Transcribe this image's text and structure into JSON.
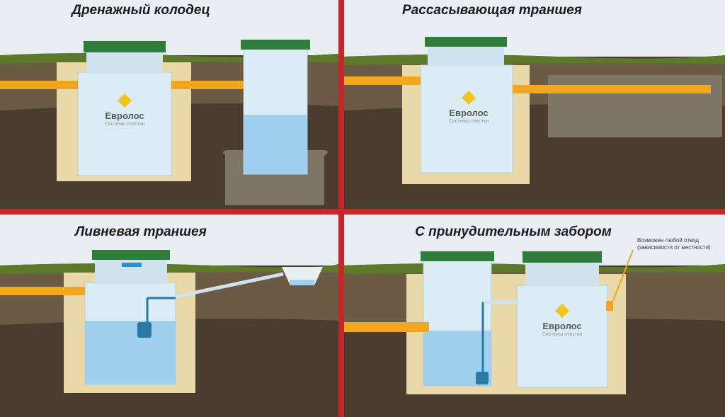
{
  "panels": [
    {
      "title": "Дренажный колодец"
    },
    {
      "title": "Рассасывающая траншея"
    },
    {
      "title": "Ливневая траншея"
    },
    {
      "title": "С принудительным забором"
    }
  ],
  "brand": {
    "name": "Евролос",
    "tagline": "Системы очистки"
  },
  "note": {
    "line1": "Возможен любой отвод",
    "line2": "(зависимости от местности)"
  },
  "colors": {
    "divider": "#c8262b",
    "sky": "#e9eef2",
    "grass": "#5c7a2a",
    "soil_dark": "#3d3227",
    "sand": "#ead9a8",
    "pipe": "#f2a51f",
    "lid": "#2e7d3a",
    "water": "#9fd0ee",
    "gravel": "#7d7566"
  },
  "icons": [
    "logo-icon",
    "pump-icon",
    "gravel-icon",
    "pipe-icon"
  ]
}
